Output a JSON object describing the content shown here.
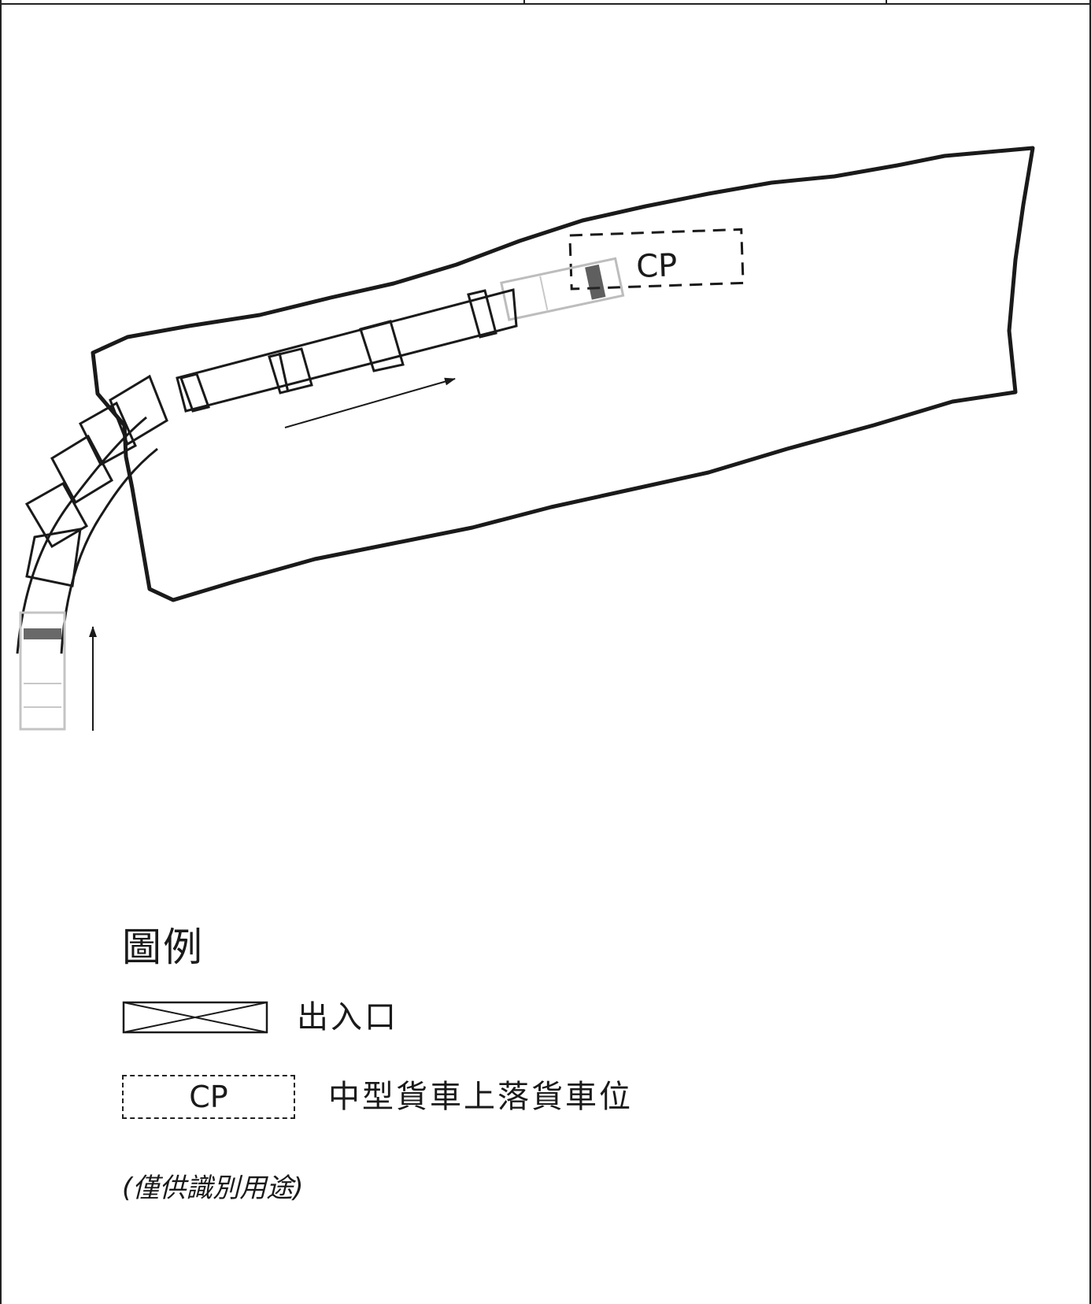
{
  "diagram": {
    "parking_label": "CP"
  },
  "legend": {
    "title": "圖例",
    "entrance_label": "出入口",
    "cp_symbol": "CP",
    "cp_label": "中型貨車上落貨車位"
  },
  "note": "(僅供識別用途)",
  "colors": {
    "line": "#1a1a1a",
    "vehicle_faded": "#c8c8c8"
  },
  "icons": [
    "entrance-symbol-icon",
    "loading-bay-icon",
    "direction-arrow-icon",
    "vehicle-icon"
  ]
}
